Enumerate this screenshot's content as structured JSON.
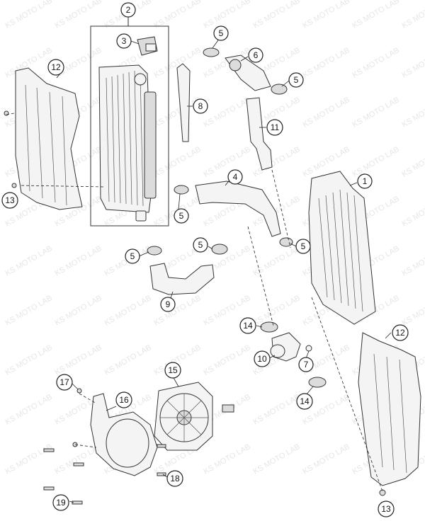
{
  "watermark": "KS MOTO LAB",
  "callouts": [
    {
      "id": "c2",
      "label": "2"
    },
    {
      "id": "c3",
      "label": "3"
    },
    {
      "id": "c5a",
      "label": "5"
    },
    {
      "id": "c6",
      "label": "6"
    },
    {
      "id": "c5b",
      "label": "5"
    },
    {
      "id": "c12a",
      "label": "12"
    },
    {
      "id": "c8",
      "label": "8"
    },
    {
      "id": "c11",
      "label": "11"
    },
    {
      "id": "c4",
      "label": "4"
    },
    {
      "id": "c1",
      "label": "1"
    },
    {
      "id": "c13a",
      "label": "13"
    },
    {
      "id": "c5c",
      "label": "5"
    },
    {
      "id": "c5d",
      "label": "5"
    },
    {
      "id": "c5e",
      "label": "5"
    },
    {
      "id": "c5f",
      "label": "5"
    },
    {
      "id": "c9",
      "label": "9"
    },
    {
      "id": "c14a",
      "label": "14"
    },
    {
      "id": "c12b",
      "label": "12"
    },
    {
      "id": "c10",
      "label": "10"
    },
    {
      "id": "c7",
      "label": "7"
    },
    {
      "id": "c15",
      "label": "15"
    },
    {
      "id": "c17",
      "label": "17"
    },
    {
      "id": "c16",
      "label": "16"
    },
    {
      "id": "c14b",
      "label": "14"
    },
    {
      "id": "c18",
      "label": "18"
    },
    {
      "id": "c19",
      "label": "19"
    },
    {
      "id": "c13b",
      "label": "13"
    }
  ]
}
